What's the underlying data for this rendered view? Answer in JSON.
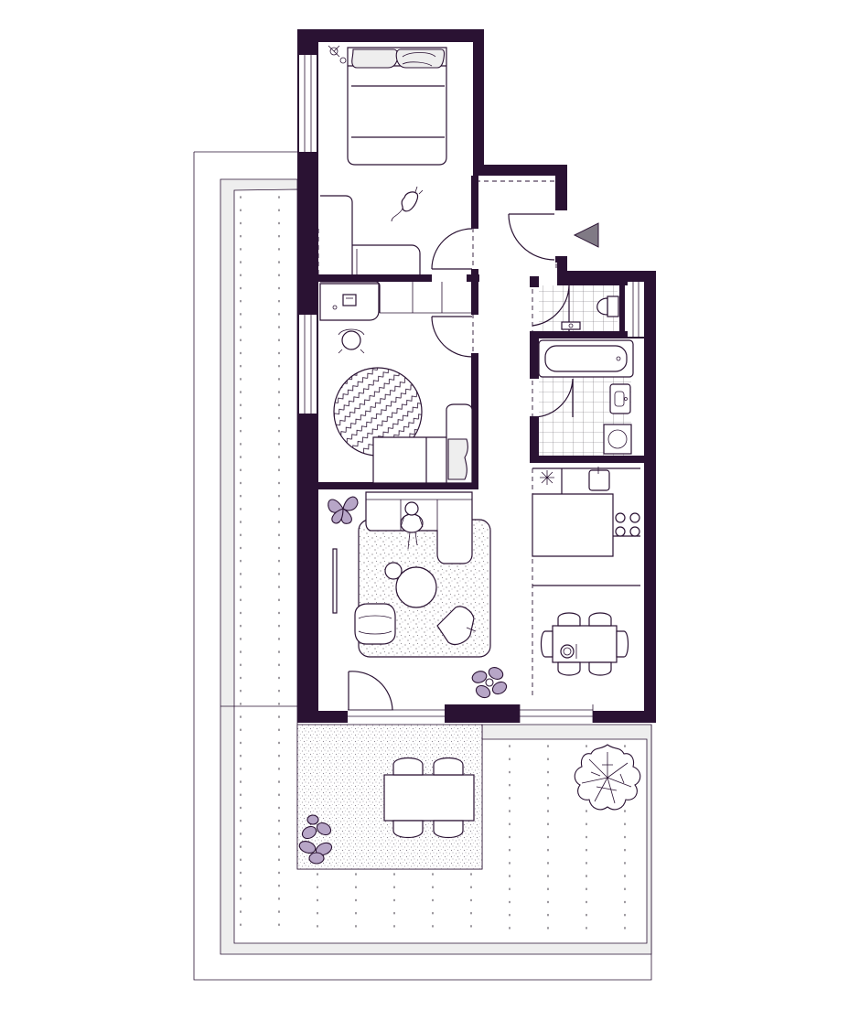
{
  "colors": {
    "wall": "#2a1233",
    "line": "#2a1233",
    "accent": "#b7a6c7",
    "soft": "#eeeeee",
    "dot": "#6f6a72"
  },
  "plan": {
    "rooms": [
      "bedroom",
      "study",
      "living-room",
      "kitchen",
      "dining-area",
      "bathroom",
      "wc",
      "hallway",
      "patio",
      "terrace-garden"
    ],
    "entrance_marker_icon": "triangle-left-icon",
    "labels": []
  }
}
